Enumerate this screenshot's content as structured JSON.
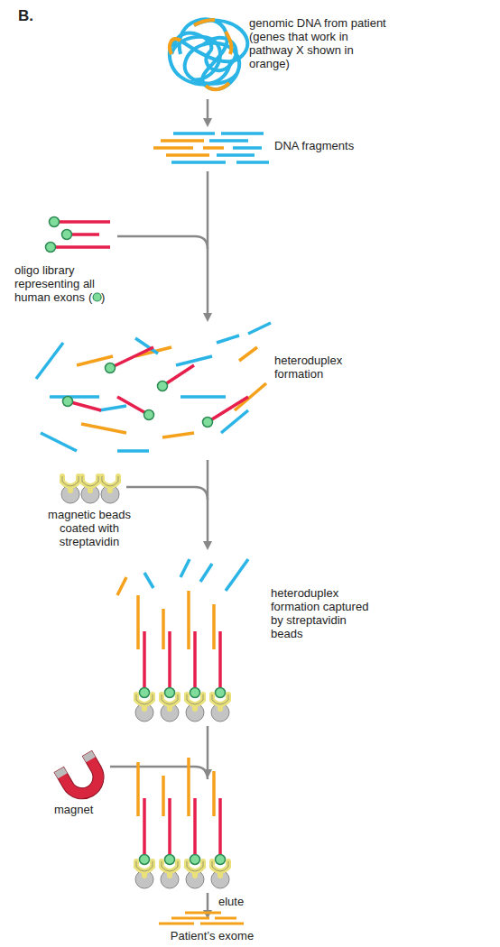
{
  "diagram": {
    "labels": [
      "B.",
      "genomic DNA from patient (genes that work in pathway X shown in orange)",
      "DNA fragments",
      "oligo library representing all human exons",
      "( )",
      "heteroduplex formation",
      "magnetic beads coated with streptavidin",
      "heteroduplex formation captured by streptavidin beads",
      "magnet",
      "elute",
      "Patient’s exome"
    ]
  }
}
